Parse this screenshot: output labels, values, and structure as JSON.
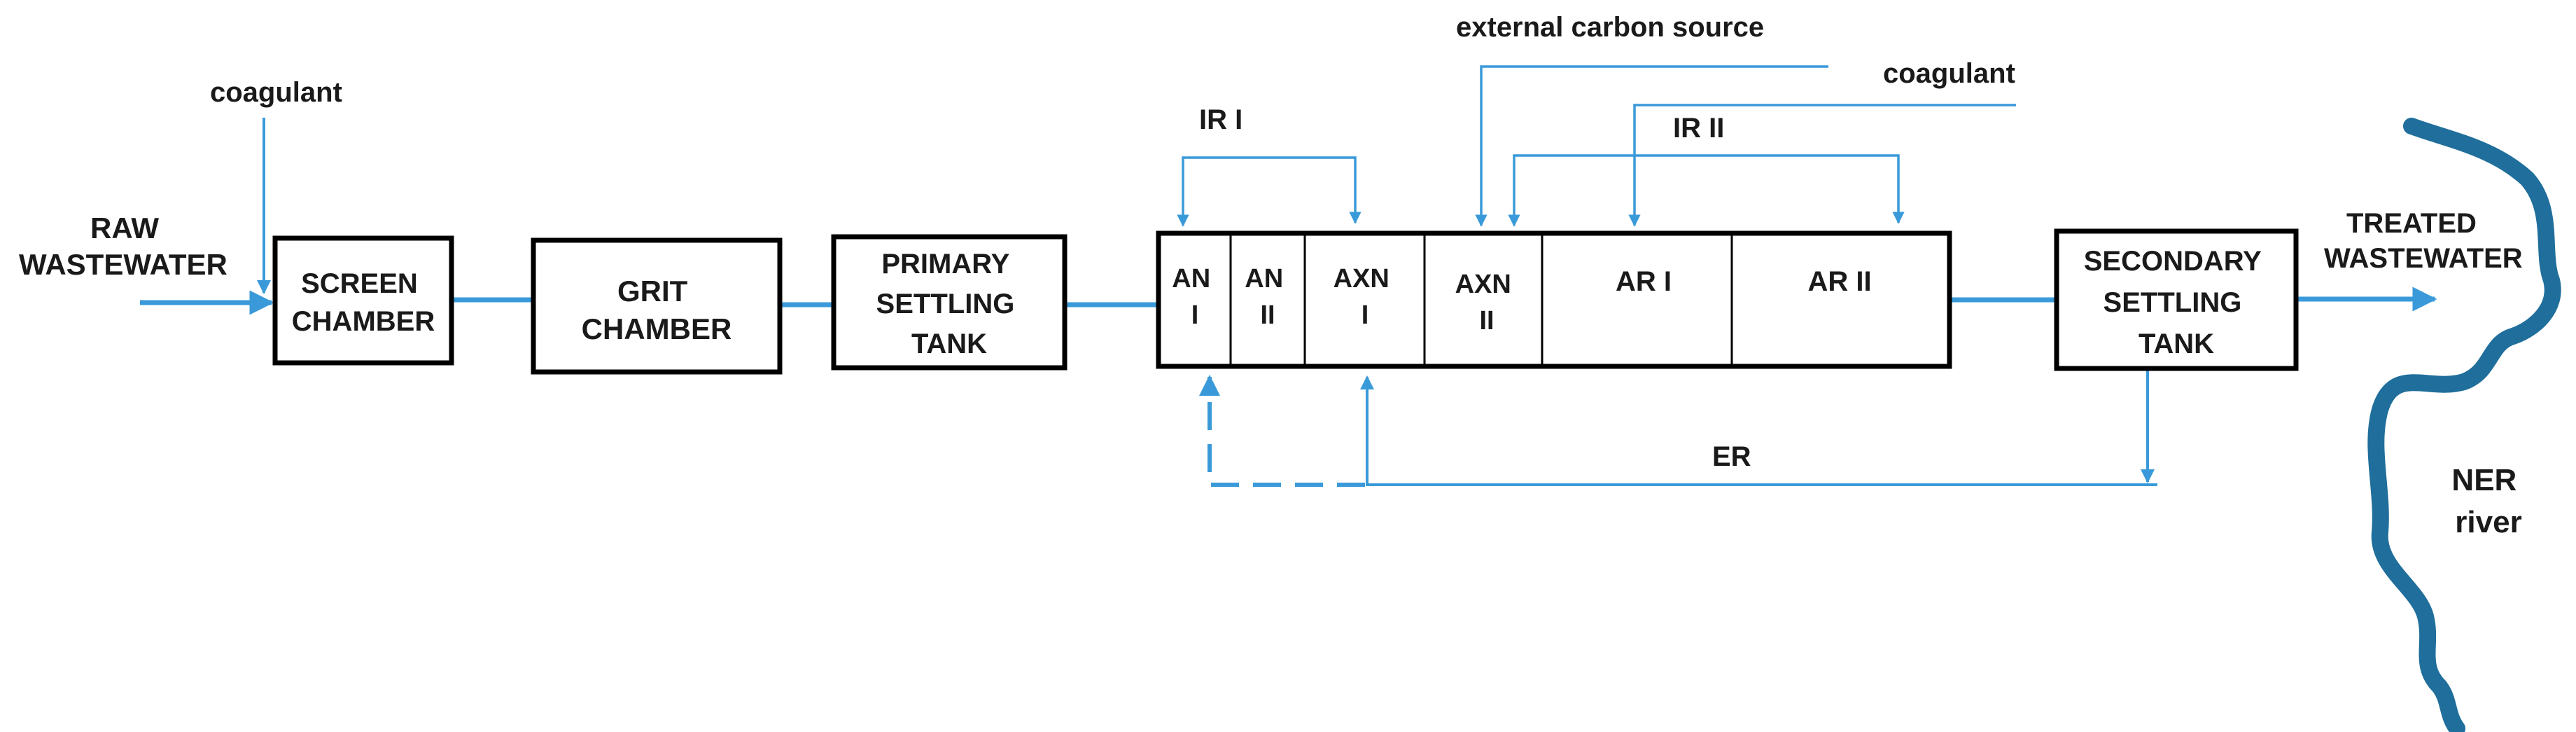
{
  "inputs": {
    "coagulant_1": "coagulant",
    "coagulant_2": "coagulant",
    "external_carbon": "external carbon source",
    "raw_line1": "RAW",
    "raw_line2": "WASTEWATER"
  },
  "units": {
    "screen": [
      "SCREEN",
      "CHAMBER"
    ],
    "grit": [
      "GRIT",
      "CHAMBER"
    ],
    "primary": [
      "PRIMARY",
      "SETTLING",
      "TANK"
    ],
    "secondary": [
      "SECONDARY",
      "SETTLING",
      "TANK"
    ]
  },
  "zones": {
    "an1": [
      "AN",
      "I"
    ],
    "an2": [
      "AN",
      "II"
    ],
    "axn1": [
      "AXN",
      "I"
    ],
    "axn2": [
      "AXN",
      "II"
    ],
    "ar1": "AR I",
    "ar2": "AR II"
  },
  "recycles": {
    "ir1": "IR I",
    "ir2": "IR II",
    "er": "ER"
  },
  "output": {
    "treated_line1": "TREATED",
    "treated_line2": "WASTEWATER"
  },
  "river": {
    "line1": "NER",
    "line2": "river"
  },
  "colors": {
    "flow": "#3a9ad9",
    "river": "#1f6e9b",
    "box_border": "#000000"
  }
}
